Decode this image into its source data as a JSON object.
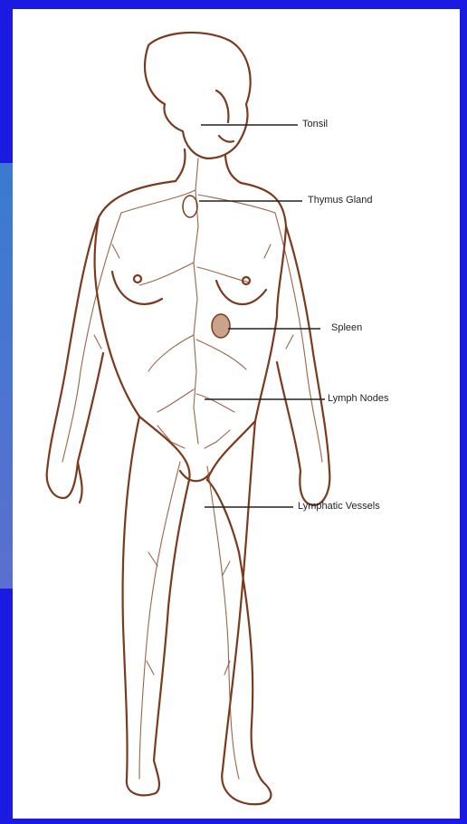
{
  "diagram": {
    "labels": {
      "tonsil": "Tonsil",
      "thymus": "Thymus Gland",
      "spleen": "Spleen",
      "lymph_nodes": "Lymph Nodes",
      "lymphatic_vessels": "Lymphatic Vessels"
    },
    "colors": {
      "background": "#1a1ae0",
      "panel": "#ffffff",
      "outline": "#7a3a1e",
      "text": "#222222"
    }
  }
}
